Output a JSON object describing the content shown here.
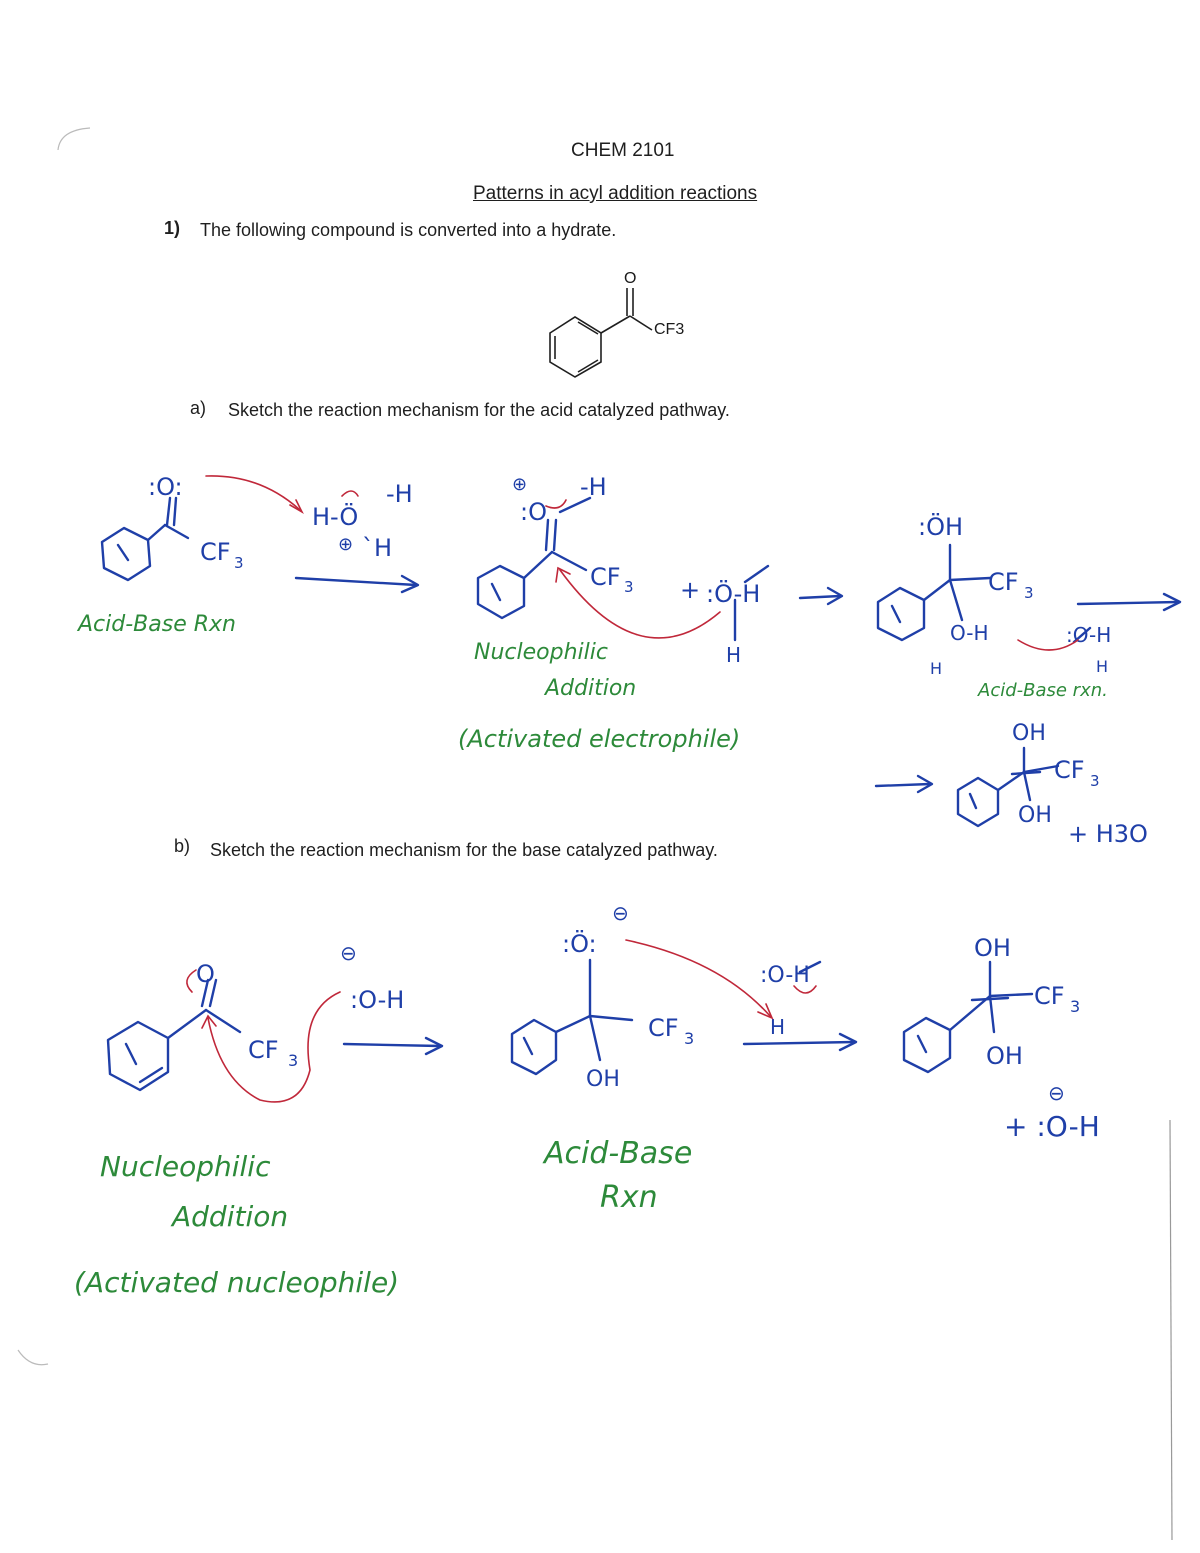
{
  "header": {
    "course": "CHEM 2101",
    "title": "Patterns in acyl addition reactions"
  },
  "question1": {
    "number": "1)",
    "text": "The following compound is converted into a hydrate.",
    "compound": {
      "o_label": "O",
      "group_label": "CF3"
    }
  },
  "part_a": {
    "label": "a)",
    "prompt": "Sketch the reaction mechanism for the acid catalyzed pathway.",
    "labels": {
      "step1": "Acid-Base Rxn",
      "step2_line1": "Nucleophilic",
      "step2_line2": "Addition",
      "step2_note": "(Activated electrophile)",
      "step3": "Acid-Base rxn.",
      "byproduct": "+ H3O"
    }
  },
  "part_b": {
    "label": "b)",
    "prompt": "Sketch the reaction mechanism for the base catalyzed pathway.",
    "labels": {
      "step1_line1": "Nucleophilic",
      "step1_line2": "Addition",
      "step1_note": "(Activated nucleophile)",
      "step2_line1": "Acid-Base",
      "step2_line2": "Rxn",
      "byproduct": "+ :O-H"
    }
  },
  "colors": {
    "ink_blue": "#1f3fa8",
    "ink_green": "#2d8a3a",
    "ink_red": "#c0283a",
    "print": "#1f1f1f"
  }
}
